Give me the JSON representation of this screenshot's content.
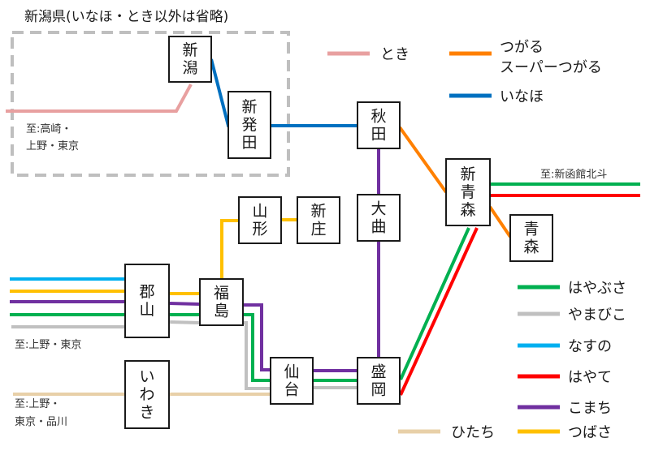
{
  "title": "新潟県(いなほ・とき以外は省略)",
  "colors": {
    "toki": "#e8a0a0",
    "tsugaru": "#ff8000",
    "inaho": "#0070c0",
    "hayabusa": "#00b050",
    "yamabiko": "#c0c0c0",
    "nasuno": "#00b0f0",
    "hayate": "#ff0000",
    "komachi": "#7030a0",
    "tsubasa": "#ffc000",
    "hitachi": "#e8d0a8",
    "region_border": "#bfbfbf"
  },
  "stations": {
    "niigata": [
      "新",
      "潟"
    ],
    "shibata": [
      "新",
      "発",
      "田"
    ],
    "akita": [
      "秋",
      "田"
    ],
    "omagari": [
      "大",
      "曲"
    ],
    "shin_aomori": [
      "新",
      "青",
      "森"
    ],
    "aomori": [
      "青",
      "森"
    ],
    "yamagata": [
      "山",
      "形"
    ],
    "shinjo": [
      "新",
      "庄"
    ],
    "koriyama": [
      "郡",
      "山"
    ],
    "fukushima": [
      "福",
      "島"
    ],
    "sendai": [
      "仙",
      "台"
    ],
    "morioka": [
      "盛",
      "岡"
    ],
    "iwaki": [
      "い",
      "わ",
      "き"
    ]
  },
  "notes": {
    "niigata_dest": [
      "至:高崎・",
      "上野・東京"
    ],
    "hakodate_dest": "至:新函館北斗",
    "koriyama_dest": "至:上野・東京",
    "iwaki_dest": [
      "至:上野・",
      "東京・品川"
    ]
  },
  "legend": [
    {
      "key": "toki",
      "label": [
        "とき"
      ]
    },
    {
      "key": "tsugaru",
      "label": [
        "つがる",
        "スーパーつがる"
      ]
    },
    {
      "key": "inaho",
      "label": [
        "いなほ"
      ]
    },
    {
      "key": "hayabusa",
      "label": [
        "はやぶさ"
      ]
    },
    {
      "key": "yamabiko",
      "label": [
        "やまびこ"
      ]
    },
    {
      "key": "nasuno",
      "label": [
        "なすの"
      ]
    },
    {
      "key": "hayate",
      "label": [
        "はやて"
      ]
    },
    {
      "key": "komachi",
      "label": [
        "こまち"
      ]
    },
    {
      "key": "hitachi",
      "label": [
        "ひたち"
      ]
    },
    {
      "key": "tsubasa",
      "label": [
        "つばさ"
      ]
    }
  ]
}
